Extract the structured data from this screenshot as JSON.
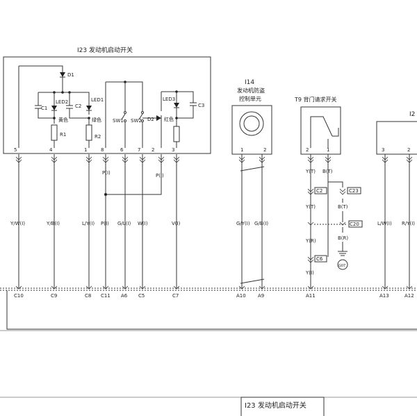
{
  "components": {
    "i23": {
      "title": "I23 发动机启动开关",
      "refs": {
        "d1": "D1",
        "led1": "LED1",
        "led2": "LED2",
        "led3": "LED3",
        "c1": "C1",
        "c2": "C2",
        "c3": "C3",
        "r1": "R1",
        "r2": "R2",
        "sw1": "SW1",
        "sw2": "SW2",
        "d2": "D2"
      },
      "colors": {
        "led1": "绿色",
        "led2": "黄色",
        "d2": "红色"
      },
      "pins": [
        "5",
        "4",
        "1",
        "8",
        "6",
        "7",
        "2",
        "3"
      ]
    },
    "i14": {
      "id": "I14",
      "name_line1": "发动机防盗",
      "name_line2": "控制单元",
      "pins": [
        "1",
        "2"
      ]
    },
    "t9": {
      "title": "T9 背门请求开关",
      "pins": [
        "2",
        "1"
      ]
    },
    "i2x": {
      "title": "I2",
      "pins": [
        "3",
        "2"
      ]
    }
  },
  "wires": [
    "Y/W(I)",
    "Y/B(I)",
    "L/Y(I)",
    "P(I)",
    "G/L(I)",
    "W(I)",
    "V(I)",
    "G/Y(I)",
    "G/B(I)",
    "L/W(I)",
    "R/Y(I)"
  ],
  "splice_labels": [
    "P(I)",
    "P(I)"
  ],
  "t9_wires": {
    "left": [
      "Y(T)",
      "Y(T)",
      "Y(R)",
      "Y(I)"
    ],
    "right": [
      "B(T)",
      "B(T)",
      "B(R)"
    ]
  },
  "connectors": {
    "c2": "C2",
    "c6": "C6",
    "c23": "C23",
    "c20": "C20"
  },
  "ground": "G07",
  "bottom_pins": [
    "C10",
    "C9",
    "C8",
    "C11",
    "A6",
    "C5",
    "C7",
    "A10",
    "A9",
    "A11",
    "A13",
    "A12"
  ],
  "footer_title": "I23 发动机启动开关"
}
